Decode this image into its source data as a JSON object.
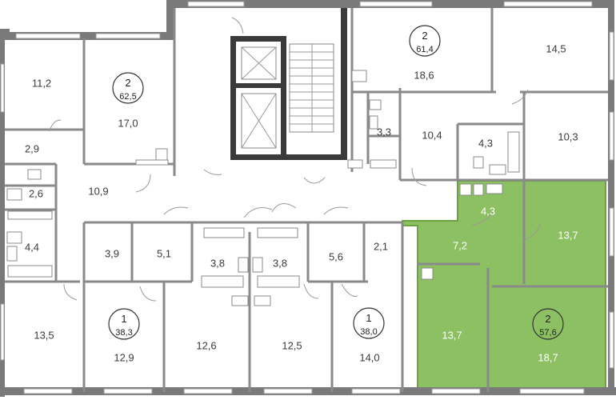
{
  "highlight_color": "#8dc063",
  "rooms": [
    {
      "id": "r1",
      "label": "11,2"
    },
    {
      "id": "r2",
      "label": "17,0"
    },
    {
      "id": "r3",
      "label": "2,9"
    },
    {
      "id": "r4",
      "label": "2,6"
    },
    {
      "id": "r5",
      "label": "10,9"
    },
    {
      "id": "r6",
      "label": "4,4"
    },
    {
      "id": "r7",
      "label": "3,9"
    },
    {
      "id": "r8",
      "label": "5,1"
    },
    {
      "id": "r9",
      "label": "3,8"
    },
    {
      "id": "r10",
      "label": "3,8"
    },
    {
      "id": "r11",
      "label": "5,6"
    },
    {
      "id": "r12",
      "label": "2,1"
    },
    {
      "id": "r13",
      "label": "13,5"
    },
    {
      "id": "r14",
      "label": "12,9"
    },
    {
      "id": "r15",
      "label": "12,6"
    },
    {
      "id": "r16",
      "label": "12,5"
    },
    {
      "id": "r17",
      "label": "14,0"
    },
    {
      "id": "r18",
      "label": "18,6"
    },
    {
      "id": "r19",
      "label": "14,5"
    },
    {
      "id": "r20",
      "label": "3,3"
    },
    {
      "id": "r21",
      "label": "10,4"
    },
    {
      "id": "r22",
      "label": "4,3"
    },
    {
      "id": "r23",
      "label": "10,3"
    },
    {
      "id": "r24",
      "label": "4,3"
    },
    {
      "id": "r25",
      "label": "7,2"
    },
    {
      "id": "r26",
      "label": "13,7"
    },
    {
      "id": "r27",
      "label": "13,7"
    },
    {
      "id": "r28",
      "label": "18,7"
    }
  ],
  "apartments": [
    {
      "id": "a1",
      "rooms": "2",
      "area": "62,5"
    },
    {
      "id": "a2",
      "rooms": "2",
      "area": "61,4"
    },
    {
      "id": "a3",
      "rooms": "1",
      "area": "38,3"
    },
    {
      "id": "a4",
      "rooms": "1",
      "area": "38,0"
    },
    {
      "id": "a5",
      "rooms": "2",
      "area": "57,6"
    }
  ]
}
